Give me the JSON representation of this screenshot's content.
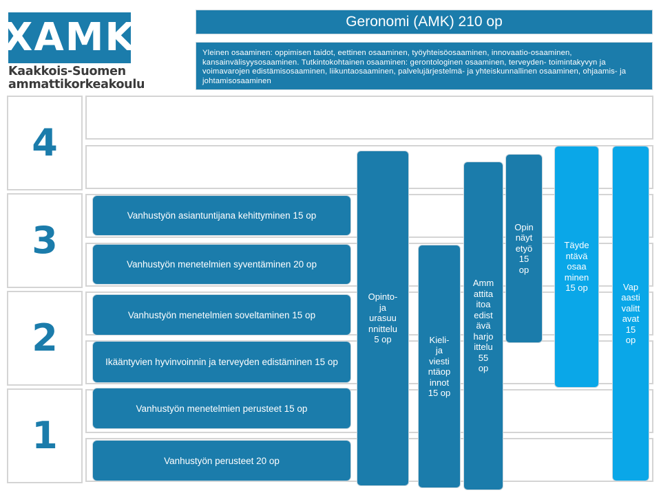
{
  "logo": {
    "mark": "XAMK",
    "line1": "Kaakkois-Suomen",
    "line2": "ammattikorkeakoulu"
  },
  "title": "Geronomi (AMK) 210 op",
  "description": "Yleinen osaaminen: oppimisen taidot, eettinen osaaminen, työyhteisöosaaminen, innovaatio-osaaminen, kansainvälisyysosaaminen. Tutkintokohtainen osaaminen: gerontologinen osaaminen, terveyden- toimintakyvyn ja voimavarojen edistämisosaaminen, liikuntaosaaminen, palvelujärjestelmä- ja yhteiskunnallinen osaaminen, ohjaamis- ja johtamisosaaminen",
  "levels": [
    "4",
    "3",
    "2",
    "1"
  ],
  "courses": [
    "Vanhustyön asiantuntijana kehittyminen 15 op",
    "Vanhustyön menetelmien syventäminen 20 op",
    "Vanhustyön menetelmien soveltaminen 15 op",
    "Ikääntyvien hyvinvoinnin ja terveyden edistäminen 15 op",
    "Vanhustyön menetelmien perusteet 15 op",
    "Vanhustyön perusteet 20 op"
  ],
  "columns": [
    "Opinto-\nja\nurasuu\nnnittelu\n5 op",
    "Kieli-\nja\nviesti\nntäop\ninnot\n15 op",
    "Amm\nattita\nitoa\nedist\nävä\nharjo\nittelu\n55\nop",
    "Opin\nnäyt\netyö\n15\nop",
    "Täyde\nntävä\nosaa\nminen\n15 op",
    "Vap\naasti\nvalitt\navat\n15\nop"
  ],
  "colors": {
    "primary": "#1b7cab",
    "accent": "#0aa7e8",
    "grid": "#d4d4d4"
  }
}
